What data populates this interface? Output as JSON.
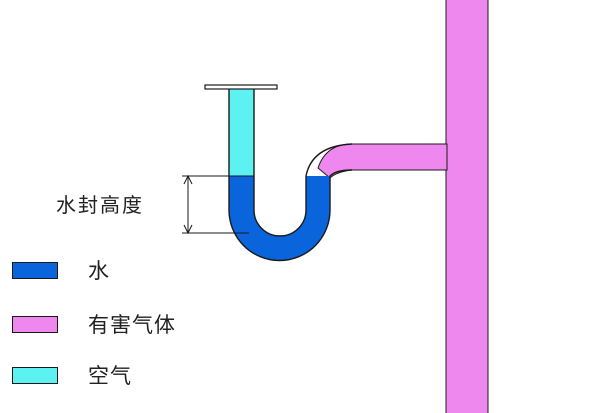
{
  "diagram": {
    "seal_height_label": "水封高度"
  },
  "legend": {
    "items": [
      {
        "label": "水",
        "color": "#0a64dc"
      },
      {
        "label": "有害气体",
        "color": "#ee88ee"
      },
      {
        "label": "空气",
        "color": "#5cf2f2"
      }
    ]
  },
  "colors": {
    "outline": "#1a1a1a",
    "water": "#0a64dc",
    "gas": "#ee88ee",
    "air": "#5cf2f2"
  }
}
